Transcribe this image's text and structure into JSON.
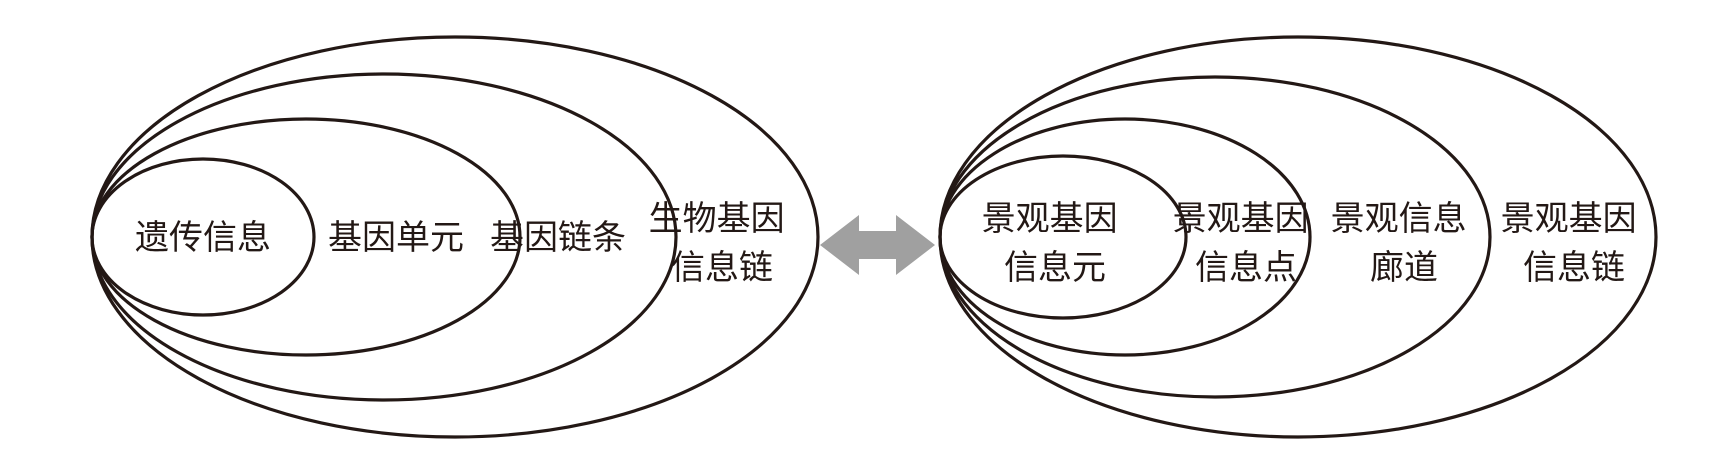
{
  "left_group": {
    "rings": [
      {
        "label_lines": [
          "遗传信息"
        ]
      },
      {
        "label_lines": [
          "基因单元"
        ]
      },
      {
        "label_lines": [
          "基因链条"
        ]
      },
      {
        "label_lines": [
          "生物基因",
          "信息链"
        ]
      }
    ]
  },
  "connector": {
    "type": "double-arrow",
    "color": "#a0a0a0"
  },
  "right_group": {
    "rings": [
      {
        "label_lines": [
          "景观基因",
          "信息元"
        ]
      },
      {
        "label_lines": [
          "景观基因",
          "信息点"
        ]
      },
      {
        "label_lines": [
          "景观信息",
          "廊道"
        ]
      },
      {
        "label_lines": [
          "景观基因",
          "信息链"
        ]
      }
    ]
  },
  "colors": {
    "stroke": "#231815",
    "text": "#231815"
  }
}
